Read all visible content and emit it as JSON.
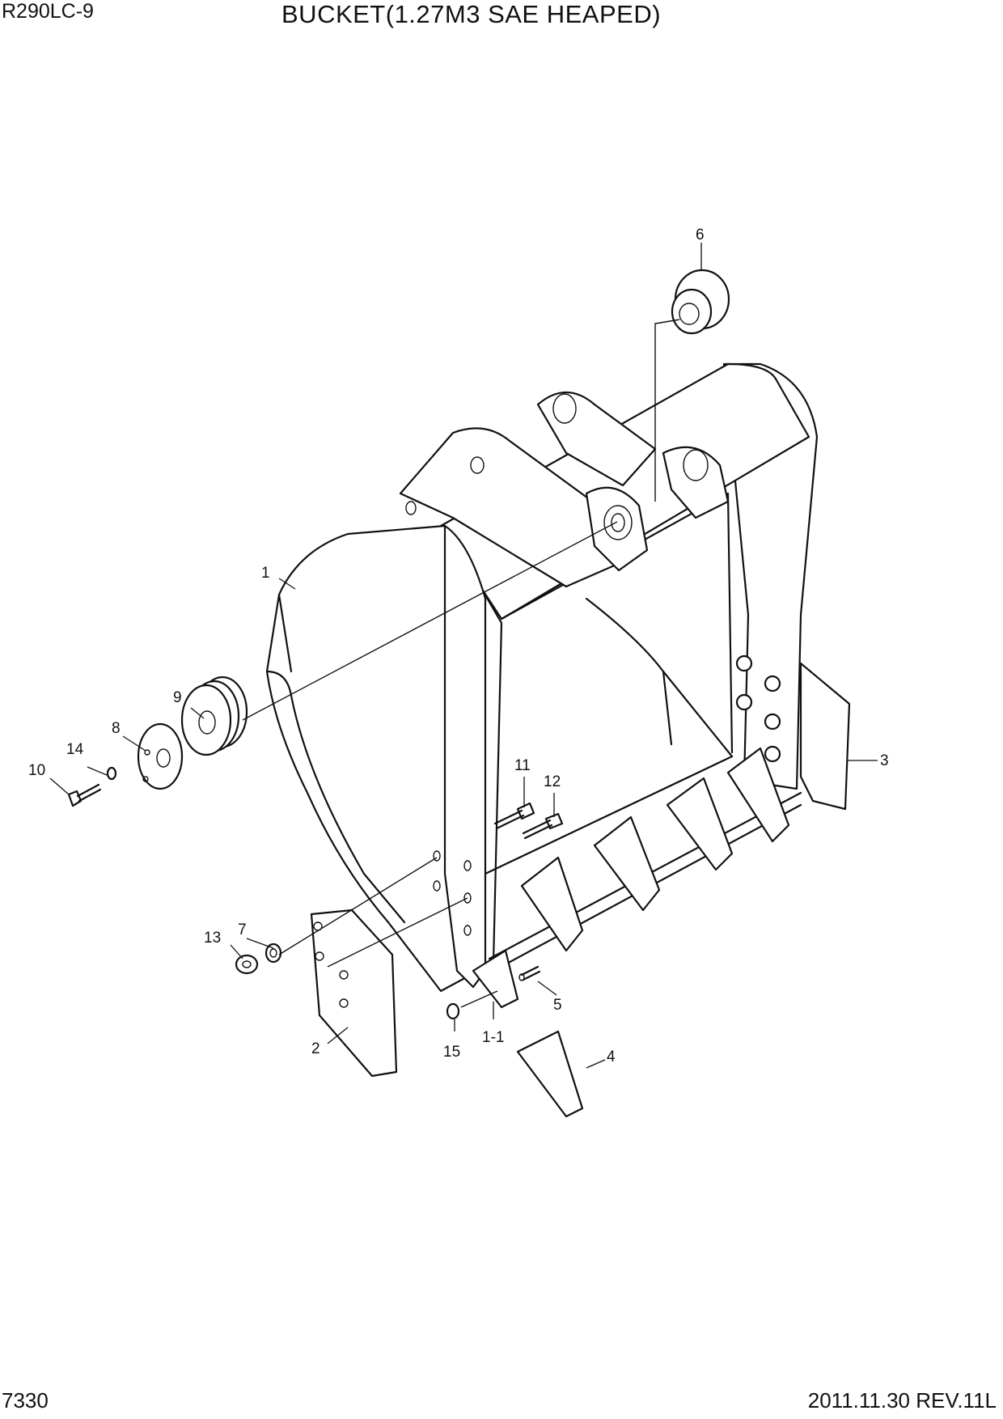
{
  "header": {
    "model": "R290LC-9",
    "title": "BUCKET(1.27M3 SAE HEAPED)"
  },
  "footer": {
    "page_number": "7330",
    "revision": "2011.11.30  REV.11L"
  },
  "callouts": {
    "c1": "1",
    "c1_1": "1-1",
    "c2": "2",
    "c3": "3",
    "c4": "4",
    "c5": "5",
    "c6": "6",
    "c7": "7",
    "c8": "8",
    "c9": "9",
    "c10": "10",
    "c11": "11",
    "c12": "12",
    "c13": "13",
    "c14": "14",
    "c15": "15"
  }
}
